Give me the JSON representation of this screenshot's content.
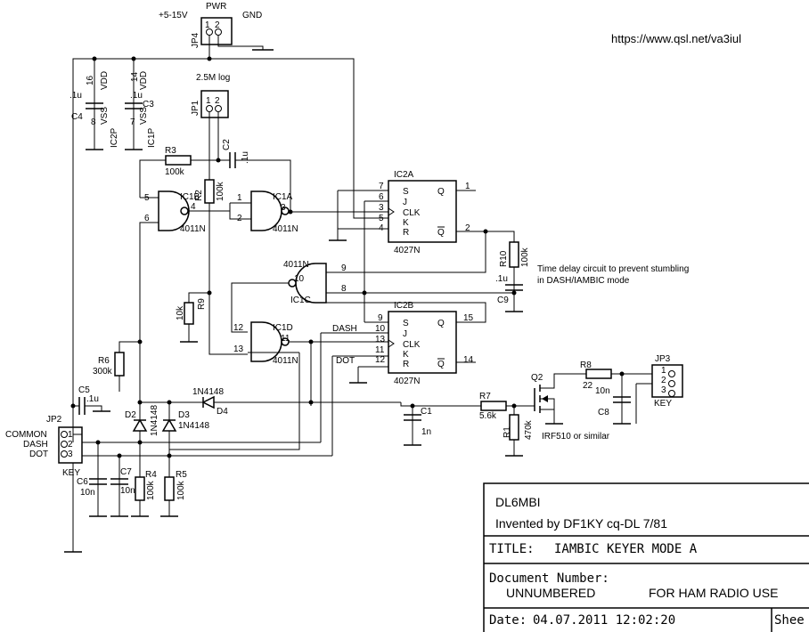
{
  "url": "https://www.qsl.net/va3iul",
  "power": {
    "supply": "+5-15V",
    "connector": "PWR",
    "ground": "GND",
    "ref": "JP4",
    "pins": [
      "1",
      "2"
    ]
  },
  "jp1": {
    "ref": "JP1",
    "label": "2.5M log",
    "pins": [
      "1",
      "2"
    ]
  },
  "ic2p": {
    "ref": "IC2P",
    "vdd": "VDD",
    "vss": "VSS",
    "vdd_pin": "16",
    "vss_pin": "8"
  },
  "ic1p": {
    "ref": "IC1P",
    "vdd": "VDD",
    "vss": "VSS",
    "vdd_pin": "14",
    "vss_pin": "7"
  },
  "caps": {
    "c4": {
      "ref": "C4",
      "value": ".1u"
    },
    "c3": {
      "ref": "C3",
      "value": ".1u"
    },
    "c2": {
      "ref": "C2",
      "value": ".1u"
    },
    "c9": {
      "ref": "C9",
      "value": ".1u"
    },
    "c5": {
      "ref": "C5",
      "value": ".1u"
    },
    "c1": {
      "ref": "C1",
      "value": "1n"
    },
    "c6": {
      "ref": "C6",
      "value": "10n"
    },
    "c7": {
      "ref": "C7",
      "value": "10n"
    },
    "c8": {
      "ref": "C8",
      "value": "10n"
    }
  },
  "resistors": {
    "r3": {
      "ref": "R3",
      "value": "100k"
    },
    "r2": {
      "ref": "R2",
      "value": "100k"
    },
    "r9": {
      "ref": "R9",
      "value": "10k"
    },
    "r6": {
      "ref": "R6",
      "value": "300k"
    },
    "r10": {
      "ref": "R10",
      "value": "100k"
    },
    "r7": {
      "ref": "R7",
      "value": "5.6k"
    },
    "r1": {
      "ref": "R1",
      "value": "470k"
    },
    "r8": {
      "ref": "R8",
      "value": "22"
    },
    "r4": {
      "ref": "R4",
      "value": "100k"
    },
    "r5": {
      "ref": "R5",
      "value": "100k"
    }
  },
  "gates": {
    "ic1a": {
      "ref": "IC1A",
      "part": "4011N",
      "pins": [
        "1",
        "2",
        "3"
      ]
    },
    "ic1b": {
      "ref": "IC1B",
      "part": "4011N",
      "pins": [
        "5",
        "6",
        "4"
      ]
    },
    "ic1c": {
      "ref": "IC1C",
      "part": "4011N",
      "pins": [
        "10",
        "9",
        "8"
      ]
    },
    "ic1d": {
      "ref": "IC1D",
      "part": "4011N",
      "pins": [
        "12",
        "13",
        "11"
      ]
    }
  },
  "flipflops": {
    "ic2a": {
      "ref": "IC2A",
      "part": "4027N",
      "inputs": [
        "S",
        "J",
        "CLK",
        "K",
        "R"
      ],
      "outputs": [
        "Q",
        "Q"
      ],
      "in_pins": [
        "7",
        "6",
        "3",
        "5",
        "4"
      ],
      "out_pins": [
        "1",
        "2"
      ]
    },
    "ic2b": {
      "ref": "IC2B",
      "part": "4027N",
      "inputs": [
        "S",
        "J",
        "CLK",
        "K",
        "R"
      ],
      "outputs": [
        "Q",
        "Q"
      ],
      "in_pins": [
        "9",
        "10",
        "13",
        "11",
        "12"
      ],
      "out_pins": [
        "15",
        "14"
      ]
    }
  },
  "diodes": {
    "d2": {
      "ref": "D2",
      "part": "1N4148"
    },
    "d3": {
      "ref": "D3",
      "part": "1N4148"
    },
    "d4": {
      "ref": "D4",
      "part": "1N4148"
    }
  },
  "signals": {
    "dash": "DASH",
    "dot": "DOT"
  },
  "jp2": {
    "ref": "JP2",
    "label": "KEY",
    "pins": [
      "1",
      "2",
      "3"
    ],
    "names": [
      "COMMON",
      "DASH",
      "DOT"
    ]
  },
  "jp3": {
    "ref": "JP3",
    "label": "KEY",
    "pins": [
      "1",
      "2",
      "3"
    ]
  },
  "q2": {
    "ref": "Q2",
    "note": "IRF510 or similar"
  },
  "note": {
    "line1": "Time delay circuit to prevent stumbling",
    "line2": "in DASH/IAMBIC mode"
  },
  "title_block": {
    "author": "DL6MBI",
    "invented": "Invented by DF1KY cq-DL 7/81",
    "title_label": "TITLE:",
    "title": "IAMBIC KEYER MODE A",
    "docnum_label": "Document Number:",
    "docnum": "UNNUMBERED",
    "usage": "FOR HAM RADIO USE",
    "date_label": "Date:",
    "date": "04.07.2011 12:02:20",
    "sheet_label": "Shee"
  }
}
